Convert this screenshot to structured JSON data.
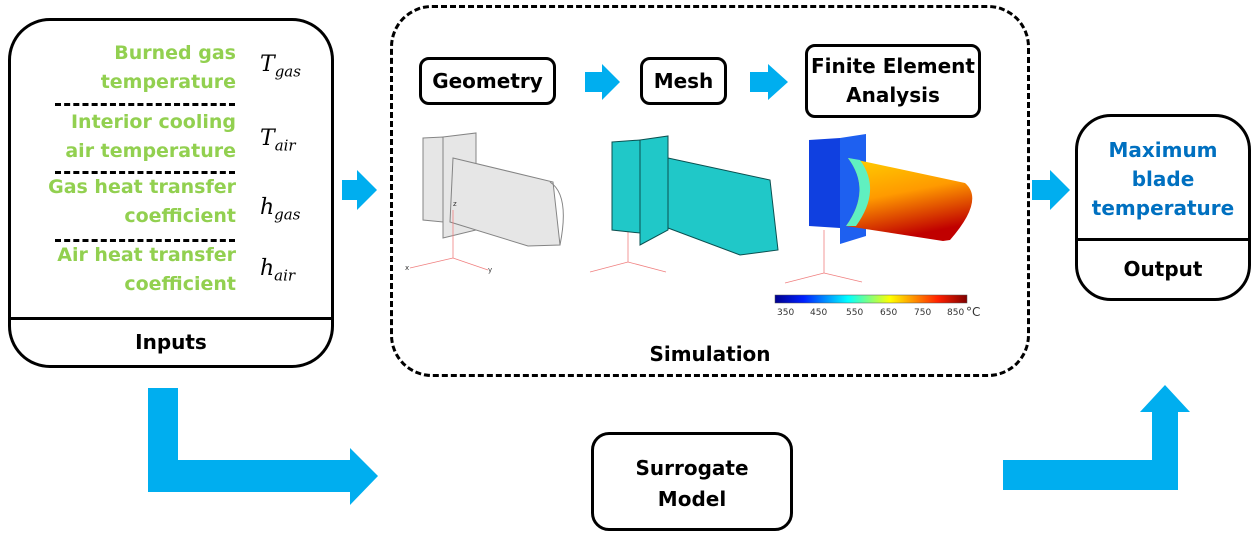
{
  "colors": {
    "arrow": "#00AEEF",
    "input_text": "#92D050",
    "output_text": "#0070C0"
  },
  "inputs": {
    "title": "Inputs",
    "items": [
      {
        "label_line1": "Burned gas",
        "label_line2": "temperature",
        "symbol": "T",
        "subscript": "gas"
      },
      {
        "label_line1": "Interior cooling",
        "label_line2": "air temperature",
        "symbol": "T",
        "subscript": "air"
      },
      {
        "label_line1": "Gas heat transfer",
        "label_line2": "coefficient",
        "symbol": "h",
        "subscript": "gas"
      },
      {
        "label_line1": "Air heat transfer",
        "label_line2": "coefficient",
        "symbol": "h",
        "subscript": "air"
      }
    ]
  },
  "simulation": {
    "title": "Simulation",
    "steps": [
      {
        "label": "Geometry"
      },
      {
        "label": "Mesh"
      },
      {
        "label_line1": "Finite Element",
        "label_line2": "Analysis"
      }
    ],
    "axes": {
      "x": "x",
      "y": "y",
      "z": "z"
    },
    "colorbar": {
      "ticks": [
        "350",
        "450",
        "550",
        "650",
        "750",
        "850"
      ],
      "unit": "°C",
      "min": 350,
      "max": 850
    }
  },
  "output": {
    "title": "Output",
    "line1": "Maximum",
    "line2": "blade",
    "line3": "temperature"
  },
  "surrogate": {
    "line1": "Surrogate",
    "line2": "Model"
  }
}
